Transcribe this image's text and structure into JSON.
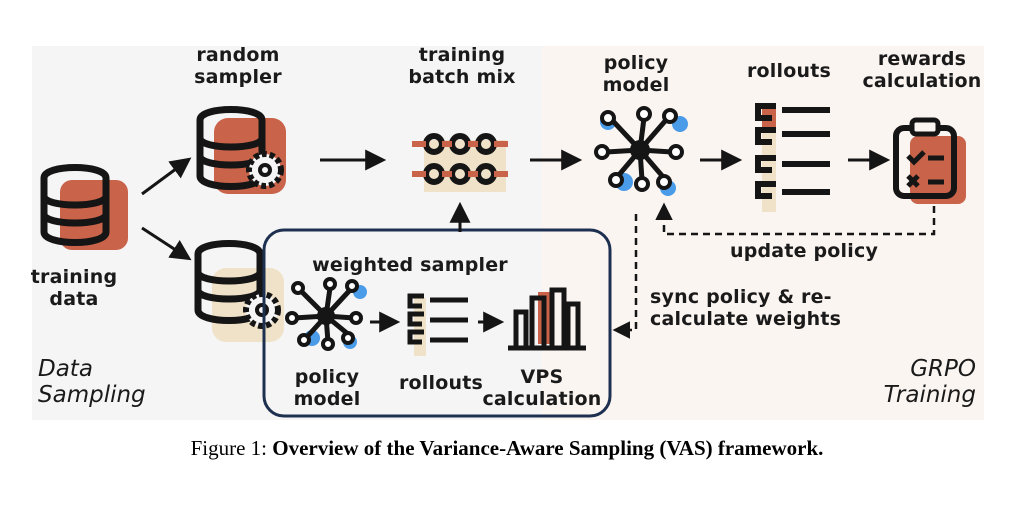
{
  "nodes": {
    "training_data": "training\ndata",
    "random_sampler": "random\nsampler",
    "training_batch_mix": "training\nbatch mix",
    "policy_model_top": "policy\nmodel",
    "rollouts_top": "rollouts",
    "rewards_calculation": "rewards\ncalculation",
    "weighted_sampler": "weighted sampler",
    "policy_model_inner": "policy\nmodel",
    "rollouts_inner": "rollouts",
    "vps_calculation": "VPS\ncalculation"
  },
  "edges": {
    "update_policy": "update policy",
    "sync_policy": "sync policy & re-\ncalculate weights"
  },
  "sections": {
    "data_sampling": "Data\nSampling",
    "grpo_training": "GRPO\nTraining"
  },
  "caption": {
    "prefix": "Figure 1: ",
    "title": "Overview of the Variance-Aware Sampling (VAS) framework."
  },
  "colors": {
    "accent_red": "#c9634a",
    "accent_blue": "#4a9be8",
    "accent_beige": "#efe2c8",
    "ink": "#151515",
    "panel_left": "#f5f5f6",
    "panel_right": "#fbf5f2",
    "box_border": "#1e3050"
  }
}
